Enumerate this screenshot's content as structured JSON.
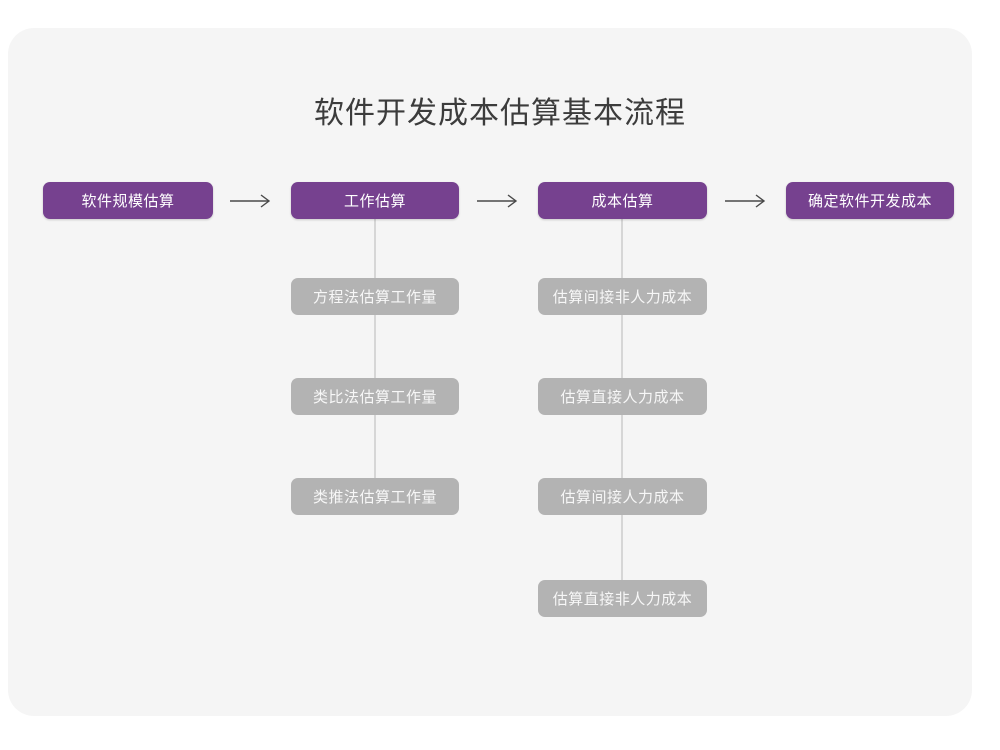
{
  "page": {
    "background": "#ffffff",
    "card_background": "#f5f5f5"
  },
  "diagram": {
    "title": "软件开发成本估算基本流程",
    "type": "flowchart",
    "colors": {
      "primary_node": "#76418f",
      "primary_node_text": "#ffffff",
      "secondary_node": "#b3b3b3",
      "secondary_node_text": "#f7f7f7",
      "connector_line": "#d6d6d6",
      "arrow": "#4a4a4a",
      "title_text": "#3c3c3c"
    },
    "main_flow": [
      {
        "id": "step-1",
        "label": "软件规模估算"
      },
      {
        "id": "step-2",
        "label": "工作估算"
      },
      {
        "id": "step-3",
        "label": "成本估算"
      },
      {
        "id": "step-4",
        "label": "确定软件开发成本"
      }
    ],
    "arrows": [
      {
        "id": "arrow-1",
        "glyph": "→",
        "from": "软件规模估算",
        "to": "工作估算"
      },
      {
        "id": "arrow-2",
        "glyph": "→",
        "from": "工作估算",
        "to": "成本估算"
      },
      {
        "id": "arrow-3",
        "glyph": "→",
        "from": "成本估算",
        "to": "确定软件开发成本"
      }
    ],
    "branches": [
      {
        "id": "branch-work-estimation",
        "parent": "工作估算",
        "items": [
          {
            "id": "work-1",
            "label": "方程法估算工作量"
          },
          {
            "id": "work-2",
            "label": "类比法估算工作量"
          },
          {
            "id": "work-3",
            "label": "类推法估算工作量"
          }
        ]
      },
      {
        "id": "branch-cost-estimation",
        "parent": "成本估算",
        "items": [
          {
            "id": "cost-1",
            "label": "估算间接非人力成本"
          },
          {
            "id": "cost-2",
            "label": "估算直接人力成本"
          },
          {
            "id": "cost-3",
            "label": "估算间接人力成本"
          },
          {
            "id": "cost-4",
            "label": "估算直接非人力成本"
          }
        ]
      }
    ]
  }
}
